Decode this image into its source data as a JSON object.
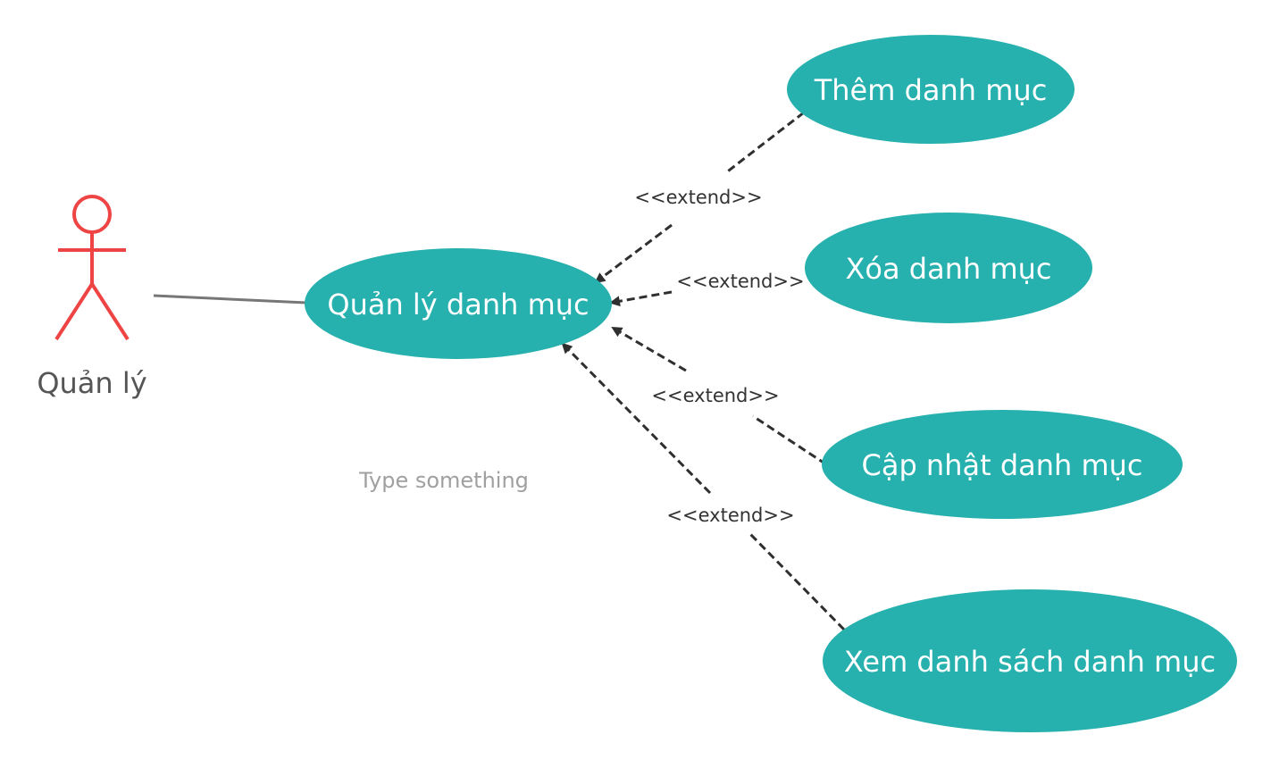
{
  "actor": {
    "label": "Quản lý"
  },
  "use_cases": {
    "main": "Quản lý danh mục",
    "add": "Thêm danh mục",
    "delete": "Xóa danh mục",
    "update": "Cập nhật danh mục",
    "list": "Xem danh sách danh mục"
  },
  "relations": {
    "extend_add": "<<extend>>",
    "extend_delete": "<<extend>>",
    "extend_update": "<<extend>>",
    "extend_list": "<<extend>>"
  },
  "canvas": {
    "placeholder": "Type something"
  },
  "colors": {
    "use_case_fill": "#26b0ae",
    "actor_stroke": "#ee4444",
    "edge": "#2f2f2f",
    "association": "#777777"
  }
}
